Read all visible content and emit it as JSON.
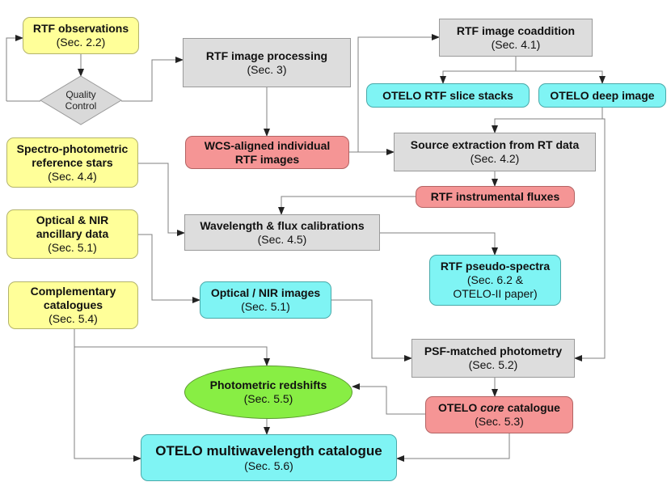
{
  "nodes": {
    "rtf_obs": {
      "title": "RTF observations",
      "sub": "(Sec. 2.2)"
    },
    "quality": {
      "line1": "Quality",
      "line2": "Control"
    },
    "rtf_proc": {
      "title": "RTF image processing",
      "sub": "(Sec. 3)"
    },
    "rtf_coadd": {
      "title": "RTF image coaddition",
      "sub": "(Sec. 4.1)"
    },
    "slice_stacks": {
      "title": "OTELO RTF slice stacks"
    },
    "deep_image": {
      "title": "OTELO deep image"
    },
    "wcs": {
      "line1": "WCS-aligned individual",
      "line2": "RTF images"
    },
    "source_ext": {
      "title": "Source extraction from RT data",
      "sub": "(Sec. 4.2)"
    },
    "spectro": {
      "line1": "Spectro-photometric",
      "line2": "reference stars",
      "sub": "(Sec. 4.4)"
    },
    "inst_flux": {
      "title": "RTF instrumental fluxes"
    },
    "wave_flux": {
      "title": "Wavelength & flux calibrations",
      "sub": "(Sec. 4.5)"
    },
    "optical_nir": {
      "line1": "Optical & NIR",
      "line2": "ancillary data",
      "sub": "(Sec. 5.1)"
    },
    "pseudo": {
      "title": "RTF pseudo-spectra",
      "sub1": "(Sec. 6.2 &",
      "sub2": "OTELO-II paper)"
    },
    "opt_images": {
      "title": "Optical / NIR images",
      "sub": "(Sec. 5.1)"
    },
    "complementary": {
      "line1": "Complementary",
      "line2": "catalogues",
      "sub": "(Sec. 5.4)"
    },
    "psf": {
      "title": "PSF-matched photometry",
      "sub": "(Sec. 5.2)"
    },
    "photo_z": {
      "title": "Photometric redshifts",
      "sub": "(Sec. 5.5)"
    },
    "core": {
      "pre": "OTELO ",
      "em": "core",
      "post": " catalogue",
      "sub": "(Sec. 5.3)"
    },
    "multi": {
      "title": "OTELO multiwavelength catalogue",
      "sub": "(Sec. 5.6)"
    }
  },
  "colors": {
    "input": "#ffff99",
    "process": "#dddddd",
    "product": "#7ff4f4",
    "intermediate": "#f59595",
    "redshift": "#88ee44",
    "decision": "#d9d9d9",
    "connector": "#808080"
  }
}
